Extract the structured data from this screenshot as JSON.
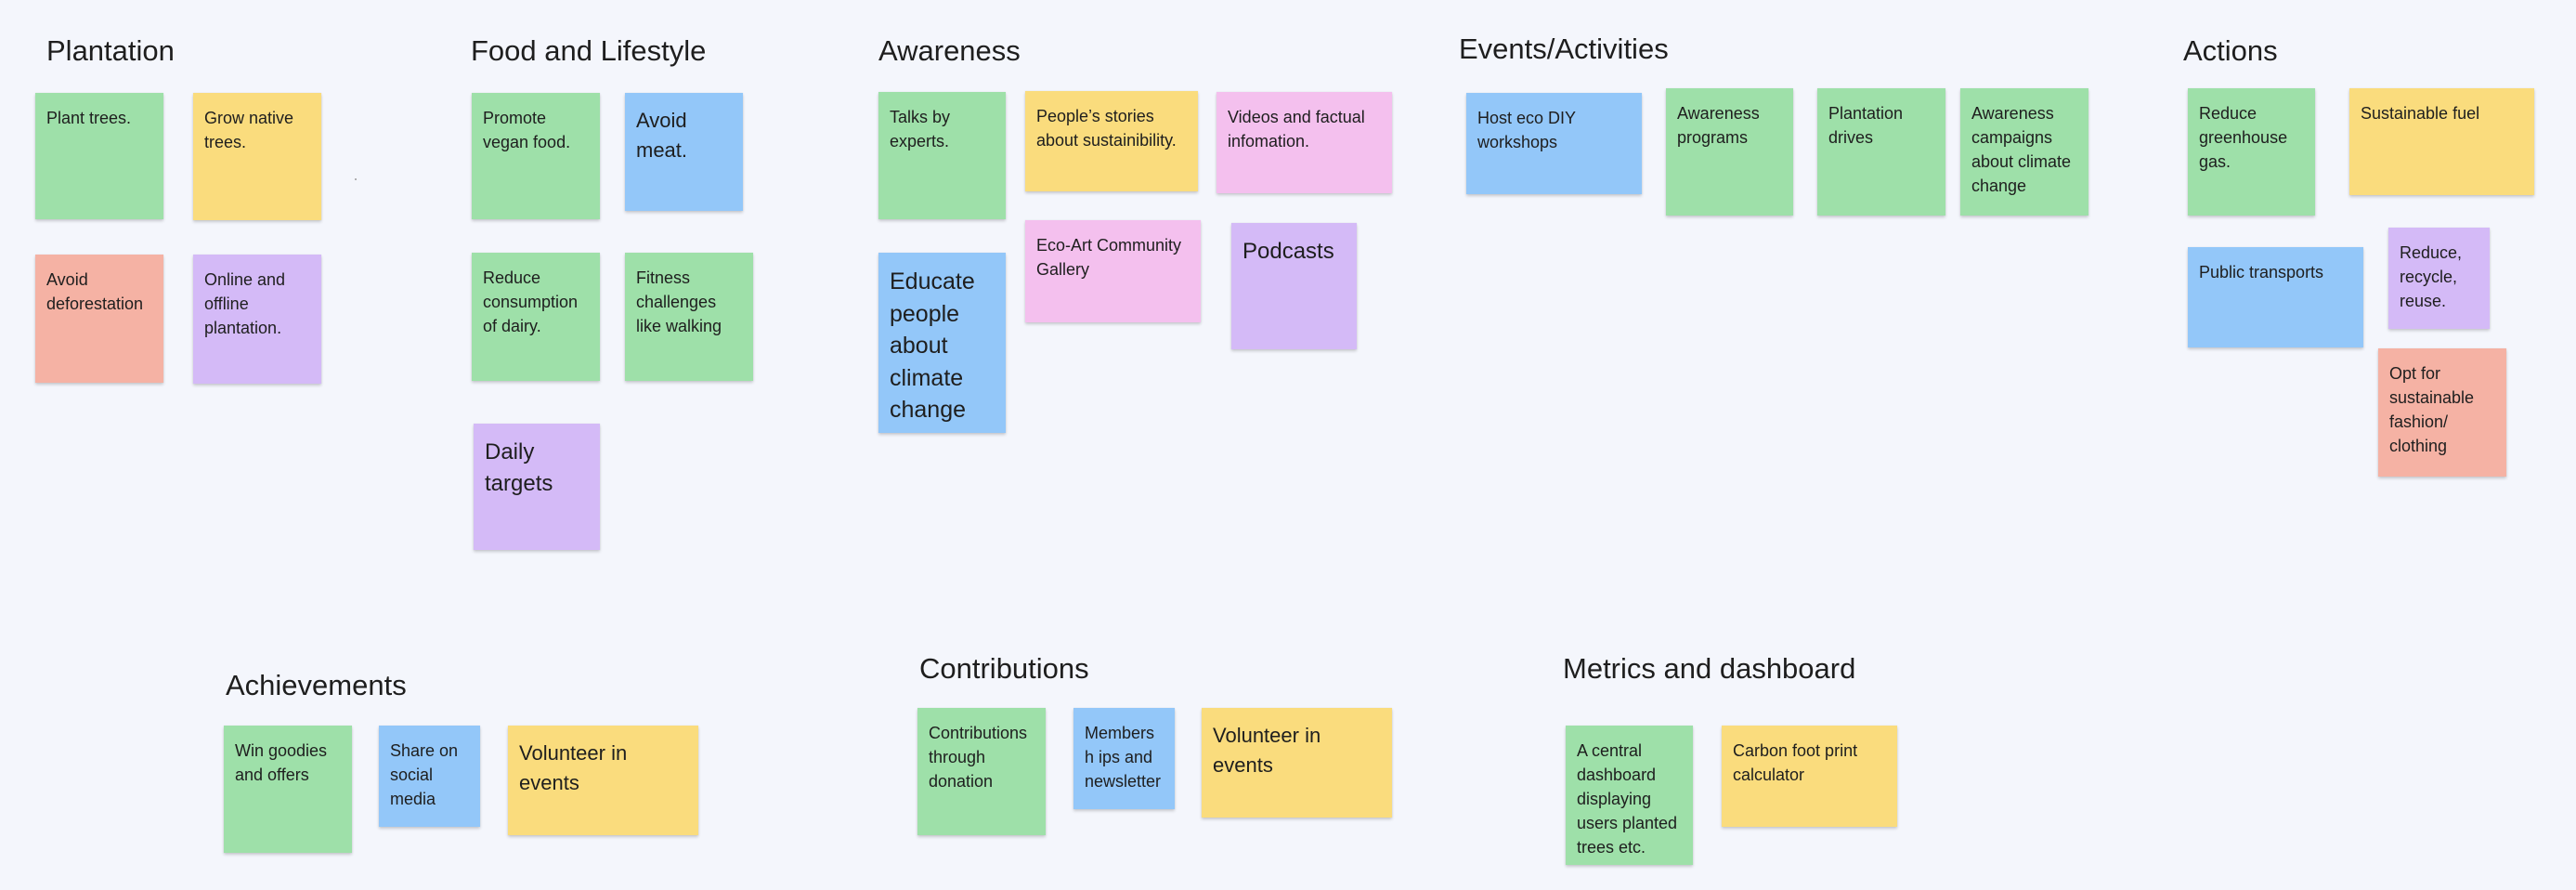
{
  "colors": {
    "green": "#9ee0a9",
    "yellow": "#fadc7d",
    "red": "#f5b2a4",
    "purple": "#d4baf7",
    "blue": "#93c7f9",
    "pink": "#f4c0ee",
    "background": "#f4f6fc"
  },
  "clusters": {
    "plantation": {
      "title": "Plantation",
      "notes": [
        {
          "text": "Plant trees.",
          "color": "green"
        },
        {
          "text": "Grow native trees.",
          "color": "yellow"
        },
        {
          "text": "Avoid deforestation",
          "color": "red"
        },
        {
          "text": "Online and offline plantation.",
          "color": "purple"
        }
      ]
    },
    "food_lifestyle": {
      "title": "Food and Lifestyle",
      "notes": [
        {
          "text": "Promote vegan food.",
          "color": "green"
        },
        {
          "text": "Avoid meat.",
          "color": "blue"
        },
        {
          "text": "Reduce consumption of dairy.",
          "color": "green"
        },
        {
          "text": "Fitness challenges like walking",
          "color": "green"
        },
        {
          "text": "Daily targets",
          "color": "purple"
        }
      ]
    },
    "awareness": {
      "title": "Awareness",
      "notes": [
        {
          "text": "Talks by experts.",
          "color": "green"
        },
        {
          "text": "People’s stories about sustainibility.",
          "color": "yellow"
        },
        {
          "text": "Videos and factual infomation.",
          "color": "pink"
        },
        {
          "text": "Educate people about climate change",
          "color": "blue"
        },
        {
          "text": "Eco-Art Community Gallery",
          "color": "pink"
        },
        {
          "text": "Podcasts",
          "color": "purple"
        }
      ]
    },
    "events": {
      "title": "Events/Activities",
      "notes": [
        {
          "text": "Host eco DIY workshops",
          "color": "blue"
        },
        {
          "text": "Awareness programs",
          "color": "green"
        },
        {
          "text": "Plantation drives",
          "color": "green"
        },
        {
          "text": "Awareness campaigns about climate change",
          "color": "green"
        }
      ]
    },
    "actions": {
      "title": "Actions",
      "notes": [
        {
          "text": "Reduce greenhouse gas.",
          "color": "green"
        },
        {
          "text": "Sustainable fuel",
          "color": "yellow"
        },
        {
          "text": "Public transports",
          "color": "blue"
        },
        {
          "text": "Reduce, recycle, reuse.",
          "color": "purple"
        },
        {
          "text": "Opt for sustainable fashion/ clothing",
          "color": "red"
        }
      ]
    },
    "achievements": {
      "title": "Achievements",
      "notes": [
        {
          "text": "Win goodies and offers",
          "color": "green"
        },
        {
          "text": "Share on social media",
          "color": "blue"
        },
        {
          "text": "Volunteer in events",
          "color": "yellow"
        }
      ]
    },
    "contributions": {
      "title": "Contributions",
      "notes": [
        {
          "text": "Contributions through donation",
          "color": "green"
        },
        {
          "text": "Membersh ips and newsletter",
          "color": "blue"
        },
        {
          "text": "Volunteer in events",
          "color": "yellow"
        }
      ]
    },
    "metrics": {
      "title": "Metrics and dashboard",
      "notes": [
        {
          "text": "A central dashboard displaying users planted trees etc.",
          "color": "green"
        },
        {
          "text": "Carbon foot print calculator",
          "color": "yellow"
        }
      ]
    }
  }
}
